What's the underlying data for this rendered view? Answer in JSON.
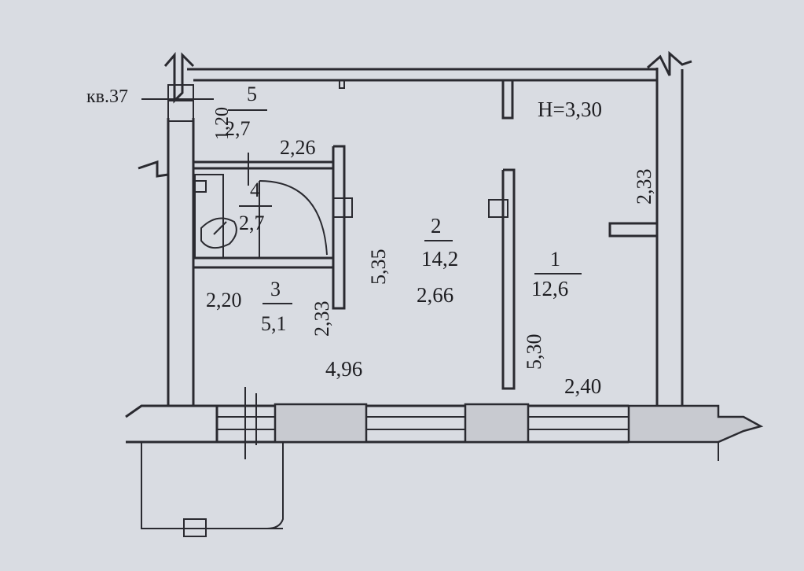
{
  "apartment_label": "кв.37",
  "ceiling_height": "Н=3,30",
  "rooms": [
    {
      "number": "1",
      "area": "12,6"
    },
    {
      "number": "2",
      "area": "14,2",
      "width": "2,66"
    },
    {
      "number": "3",
      "area": "5,1",
      "width": "2,20"
    },
    {
      "number": "4",
      "area": "2,7"
    },
    {
      "number": "5",
      "area": "2,7",
      "width": "1,20"
    }
  ],
  "dimensions": {
    "d_226": "2,26",
    "d_535": "5,35",
    "d_233_left": "2,33",
    "d_233_right": "2,33",
    "d_496": "4,96",
    "d_530": "5,30",
    "d_240": "2,40"
  }
}
